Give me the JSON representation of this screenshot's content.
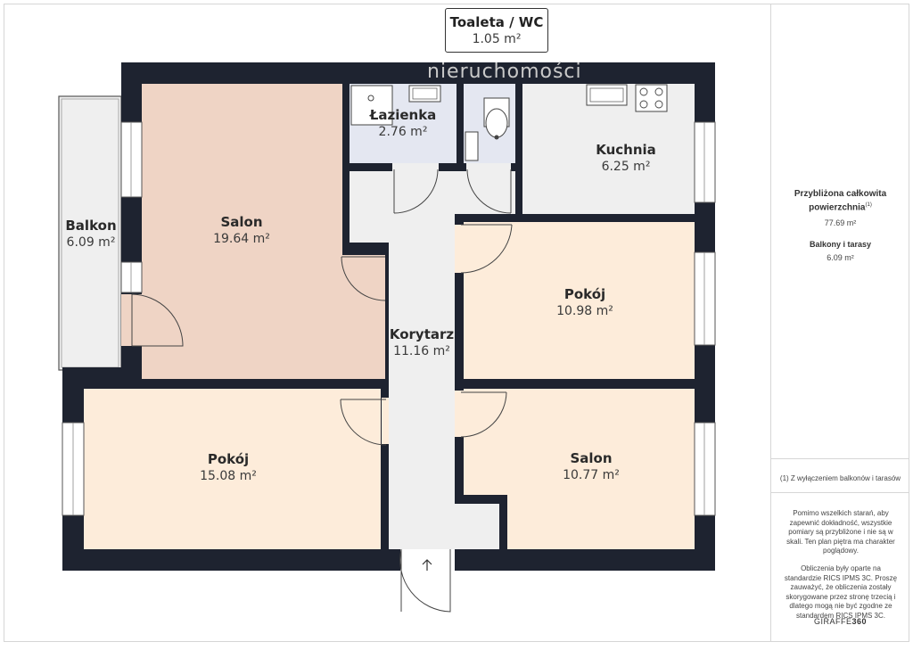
{
  "colors": {
    "wall": "#1e2330",
    "salon_main": "#efd4c5",
    "room": "#fdecda",
    "service": "#e4e7f1",
    "floor": "#efefef"
  },
  "toilet": {
    "name": "Toaleta / WC",
    "area": "1.05 m²"
  },
  "watermark": "nieruchomości",
  "rooms": {
    "balkon": {
      "name": "Balkon",
      "area": "6.09 m²"
    },
    "salon_main": {
      "name": "Salon",
      "area": "19.64 m²"
    },
    "lazienka": {
      "name": "Łazienka",
      "area": "2.76 m²"
    },
    "kuchnia": {
      "name": "Kuchnia",
      "area": "6.25 m²"
    },
    "korytarz": {
      "name": "Korytarz",
      "area": "11.16 m²"
    },
    "pokoj_right": {
      "name": "Pokój",
      "area": "10.98 m²"
    },
    "pokoj_left": {
      "name": "Pokój",
      "area": "15.08 m²"
    },
    "salon_right": {
      "name": "Salon",
      "area": "10.77 m²"
    }
  },
  "side": {
    "total_title": "Przybliżona całkowita powierzchnia",
    "total_sup": "(1)",
    "total_value": "77.69 m²",
    "balcony_title": "Balkony i tarasy",
    "balcony_value": "6.09 m²",
    "footnote": "(1) Z wyłączeniem balkonów i tarasów",
    "disclaimer1": "Pomimo wszelkich starań, aby zapewnić dokładność, wszystkie pomiary są przybliżone i nie są w skali. Ten plan piętra ma charakter poglądowy.",
    "disclaimer2": "Obliczenia były oparte na standardzie RICS IPMS 3C. Proszę zauważyć, że obliczenia zostały skorygowane przez stronę trzecią i dlatego mogą nie być zgodne ze standardem RICS IPMS 3C.",
    "brand_a": "GIRAFFE",
    "brand_b": "360"
  }
}
